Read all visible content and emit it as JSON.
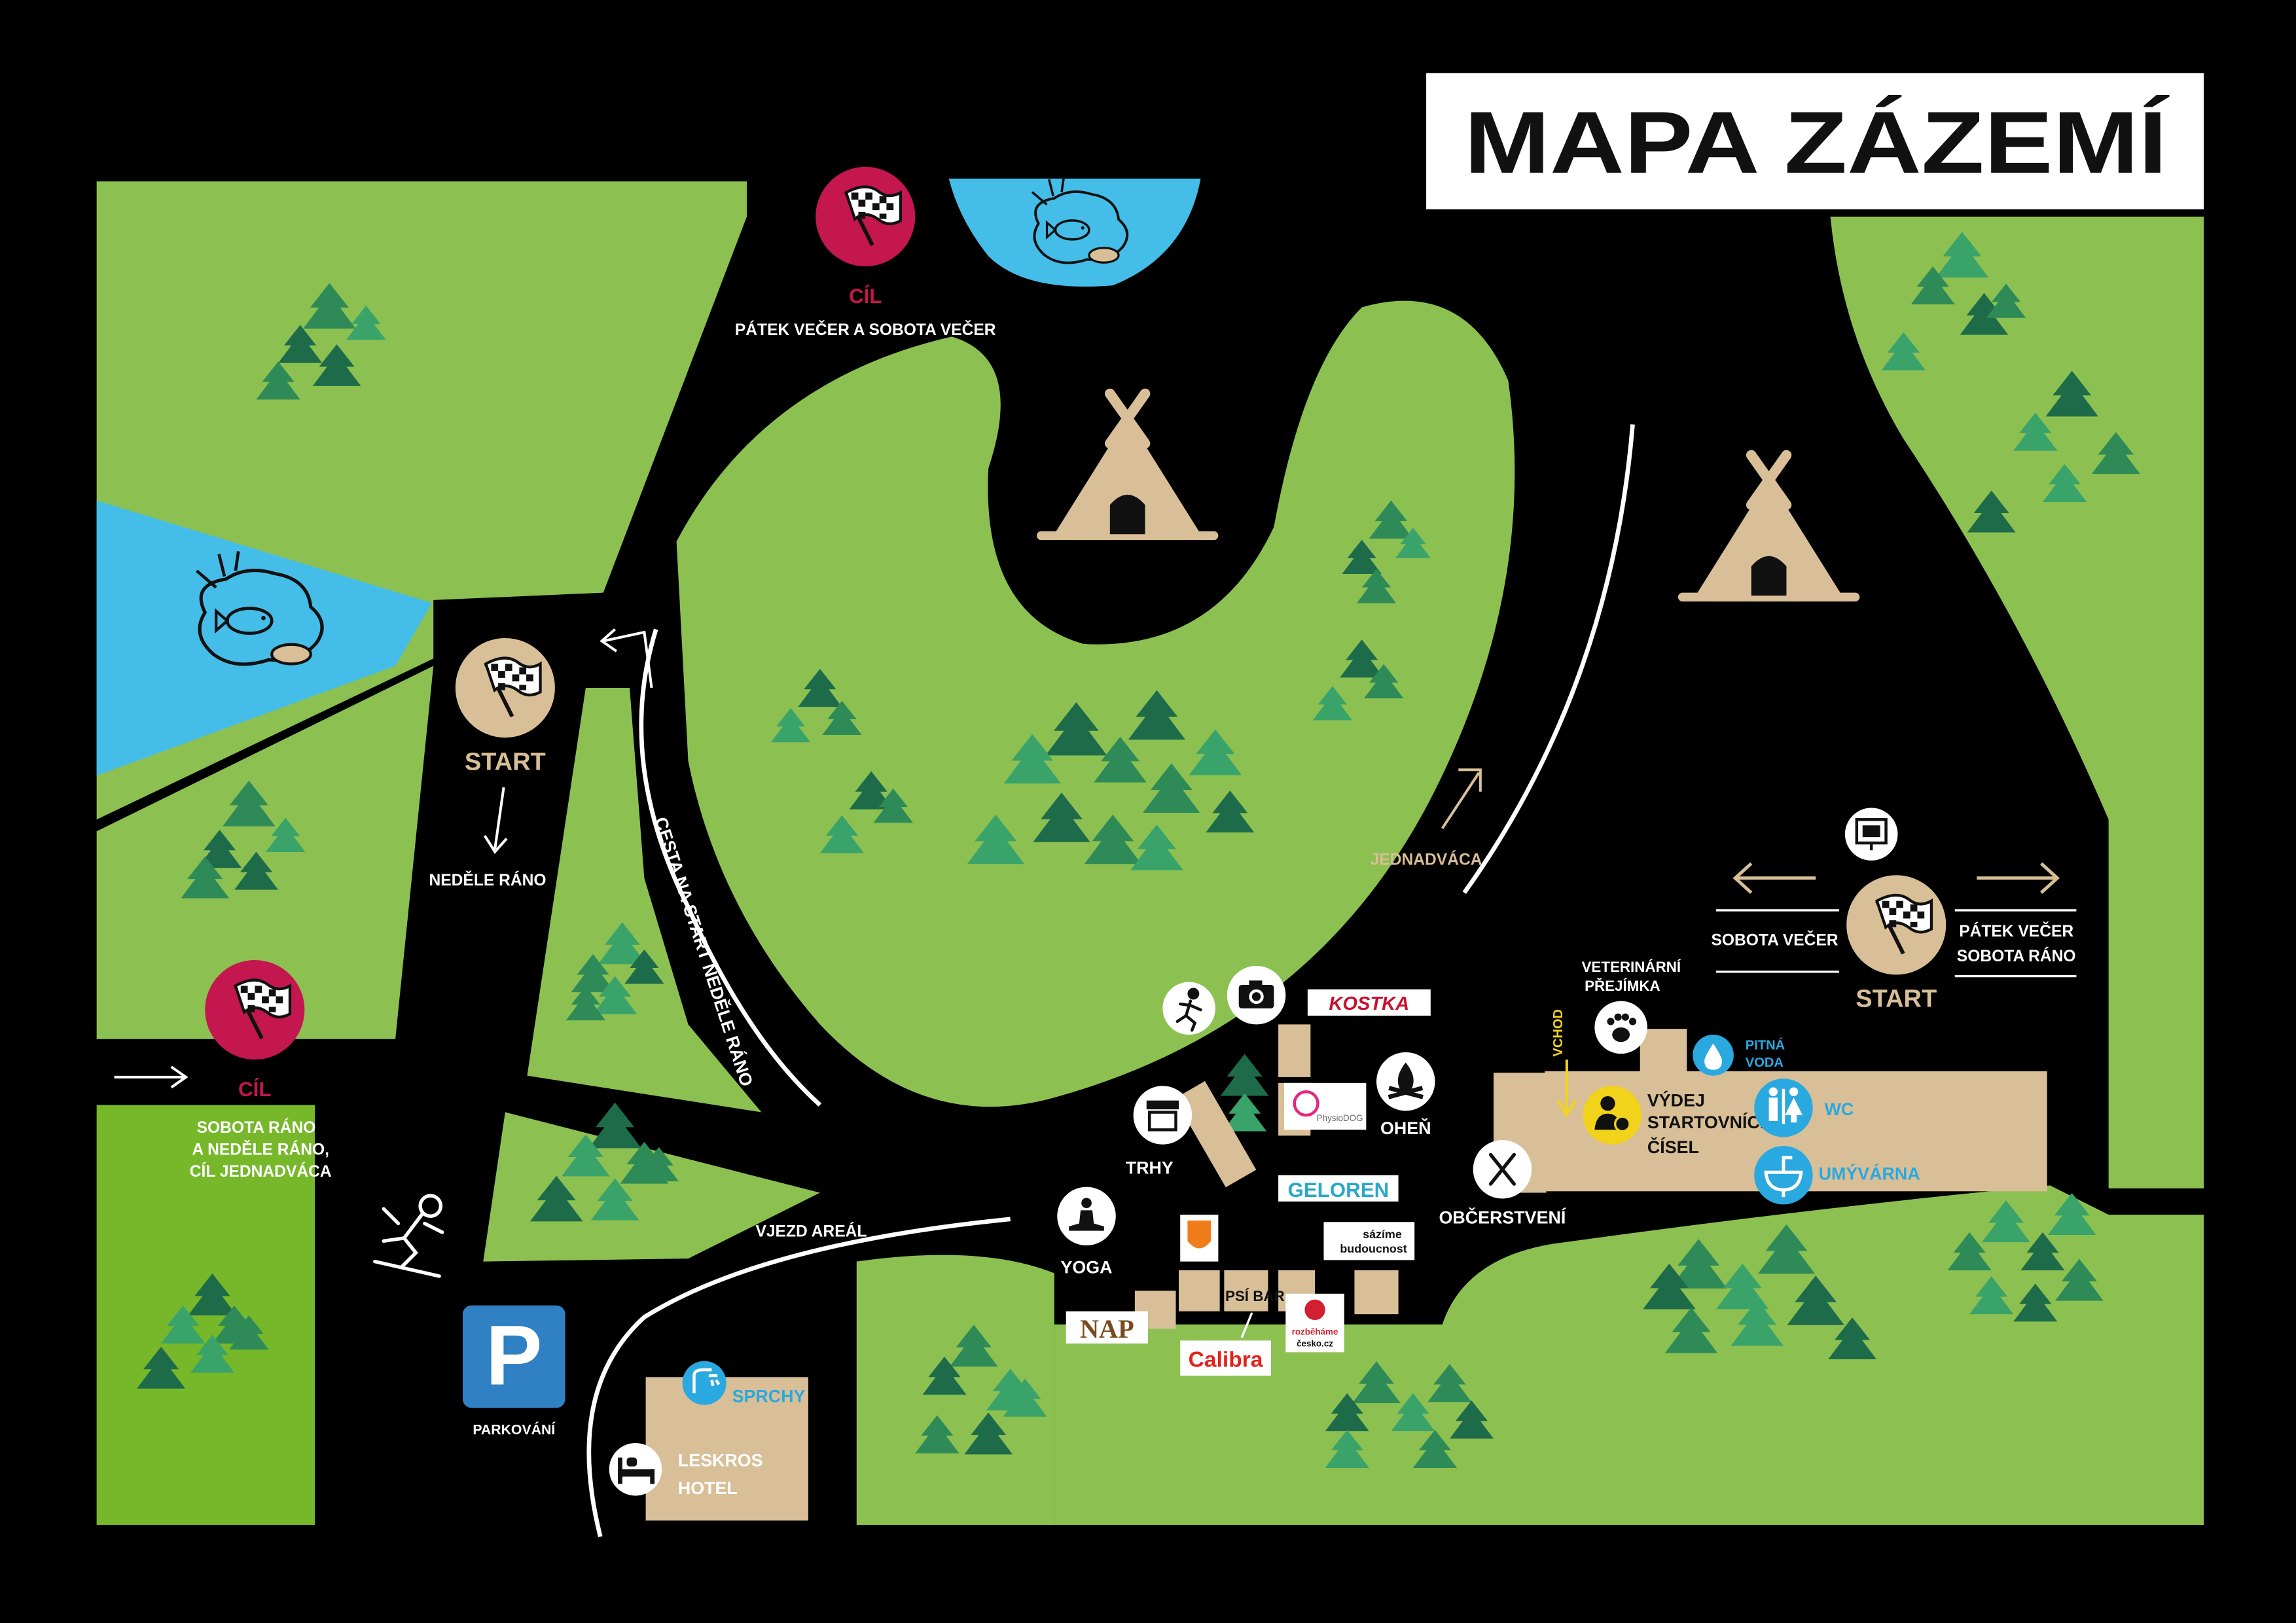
{
  "title": "MAPA ZÁZEMÍ",
  "colors": {
    "background": "#000000",
    "grass": "#8cc152",
    "grass_dark": "#76b82a",
    "water": "#45bde9",
    "building": "#d9bf97",
    "finish": "#c4164f",
    "start": "#d9bf97",
    "accent_blue": "#2aa8e0",
    "accent_yellow": "#f2d31b"
  },
  "labels": {
    "cil_top": "CÍL",
    "cil_top_sub": "PÁTEK VEČER A SOBOTA VEČER",
    "start_left": "START",
    "start_left_sub": "NEDĚLE RÁNO",
    "cil_left": "CÍL",
    "cil_left_sub_1": "SOBOTA RÁNO",
    "cil_left_sub_2": "A NEDĚLE RÁNO,",
    "cil_left_sub_3": "CÍL JEDNADVÁCA",
    "road_label": "CESTA NA START NEDĚLE RÁNO",
    "jednadvaca": "JEDNADVÁCA",
    "start_right": "START",
    "sobota_vecer": "SOBOTA VEČER",
    "patek_vecer": "PÁTEK VEČER",
    "sobota_rano": "SOBOTA RÁNO",
    "vjezd": "VJEZD AREÁL",
    "parking": "PARKOVÁNÍ",
    "sprchy": "SPRCHY",
    "hotel_1": "LESKROS",
    "hotel_2": "HOTEL",
    "trhy": "TRHY",
    "yoga": "YOGA",
    "ohen": "OHEŇ",
    "obcerstveni": "OBČERSTVENÍ",
    "psi_bar": "PSÍ BAR",
    "veterinarni_1": "VETERINÁRNÍ",
    "veterinarni_2": "PŘEJÍMKA",
    "vchod": "VCHOD",
    "pitna_1": "PITNÁ",
    "pitna_2": "VODA",
    "vydej_1": "VÝDEJ",
    "vydej_2": "STARTOVNÍCH",
    "vydej_3": "ČÍSEL",
    "wc": "WC",
    "umyvarna": "UMÝVÁRNA"
  },
  "sponsors": {
    "kostka": "KOSTKA",
    "geloren": "GELOREN",
    "physiodog": "PhysioDOG",
    "sazime_1": "sázíme",
    "sazime_2": "budoucnost",
    "nap": "NAP",
    "calibra": "Calibra",
    "rozbehame_1": "rozběháme",
    "rozbehame_2": "česko.cz"
  },
  "icons": [
    "flag-icon",
    "fish-pond-icon",
    "teepee-icon",
    "tree-icon",
    "parking-icon",
    "skier-icon",
    "shower-icon",
    "bed-icon",
    "camera-icon",
    "runner-icon",
    "market-icon",
    "yoga-icon",
    "campfire-icon",
    "cutlery-icon",
    "paw-icon",
    "water-drop-icon",
    "person-check-icon",
    "toilet-icon",
    "sink-icon",
    "screen-icon"
  ]
}
